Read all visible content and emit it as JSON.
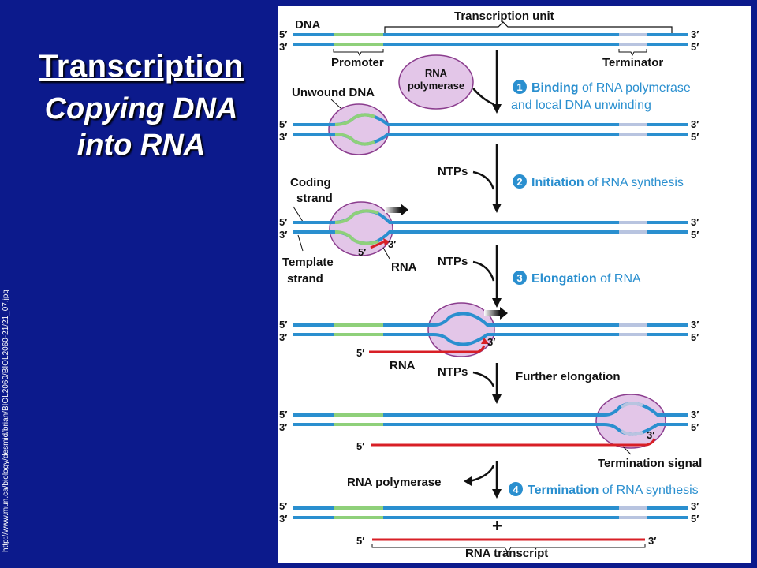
{
  "title": "Transcription",
  "subtitle_line1": "Copying DNA",
  "subtitle_line2": "into RNA",
  "source_url": "http://www.mun.ca/biology/desmid/brian/BIOL2060/BIOL2060-21/21_07.jpg",
  "labels": {
    "dna": "DNA",
    "transcription_unit": "Transcription unit",
    "promoter": "Promoter",
    "terminator": "Terminator",
    "rna_polymerase_line1": "RNA",
    "rna_polymerase_line2": "polymerase",
    "unwound_dna": "Unwound DNA",
    "coding_strand_line1": "Coding",
    "coding_strand_line2": "strand",
    "template_strand_line1": "Template",
    "template_strand_line2": "strand",
    "rna": "RNA",
    "ntps": "NTPs",
    "further_elongation": "Further elongation",
    "termination_signal": "Termination signal",
    "rna_polymerase_released": "RNA polymerase",
    "plus": "+",
    "rna_transcript": "RNA transcript",
    "five_prime": "5′",
    "three_prime": "3′"
  },
  "steps": [
    {
      "number": "1",
      "bold": "Binding",
      "rest_line1": " of RNA polymerase",
      "line2": "and local DNA unwinding"
    },
    {
      "number": "2",
      "bold": "Initiation",
      "rest_line1": " of RNA synthesis"
    },
    {
      "number": "3",
      "bold": "Elongation",
      "rest_line1": " of RNA"
    },
    {
      "number": "4",
      "bold": "Termination",
      "rest_line1": " of RNA synthesis"
    }
  ],
  "colors": {
    "background": "#0c1a8c",
    "dna_blue": "#2a8fcf",
    "promoter_green": "#8fd07a",
    "terminator_gray": "#b8c4e0",
    "rna_red": "#d81f26",
    "polymerase_fill": "#e3c6e8",
    "polymerase_stroke": "#8b3d8e",
    "step_blue": "#2a8fcf"
  }
}
